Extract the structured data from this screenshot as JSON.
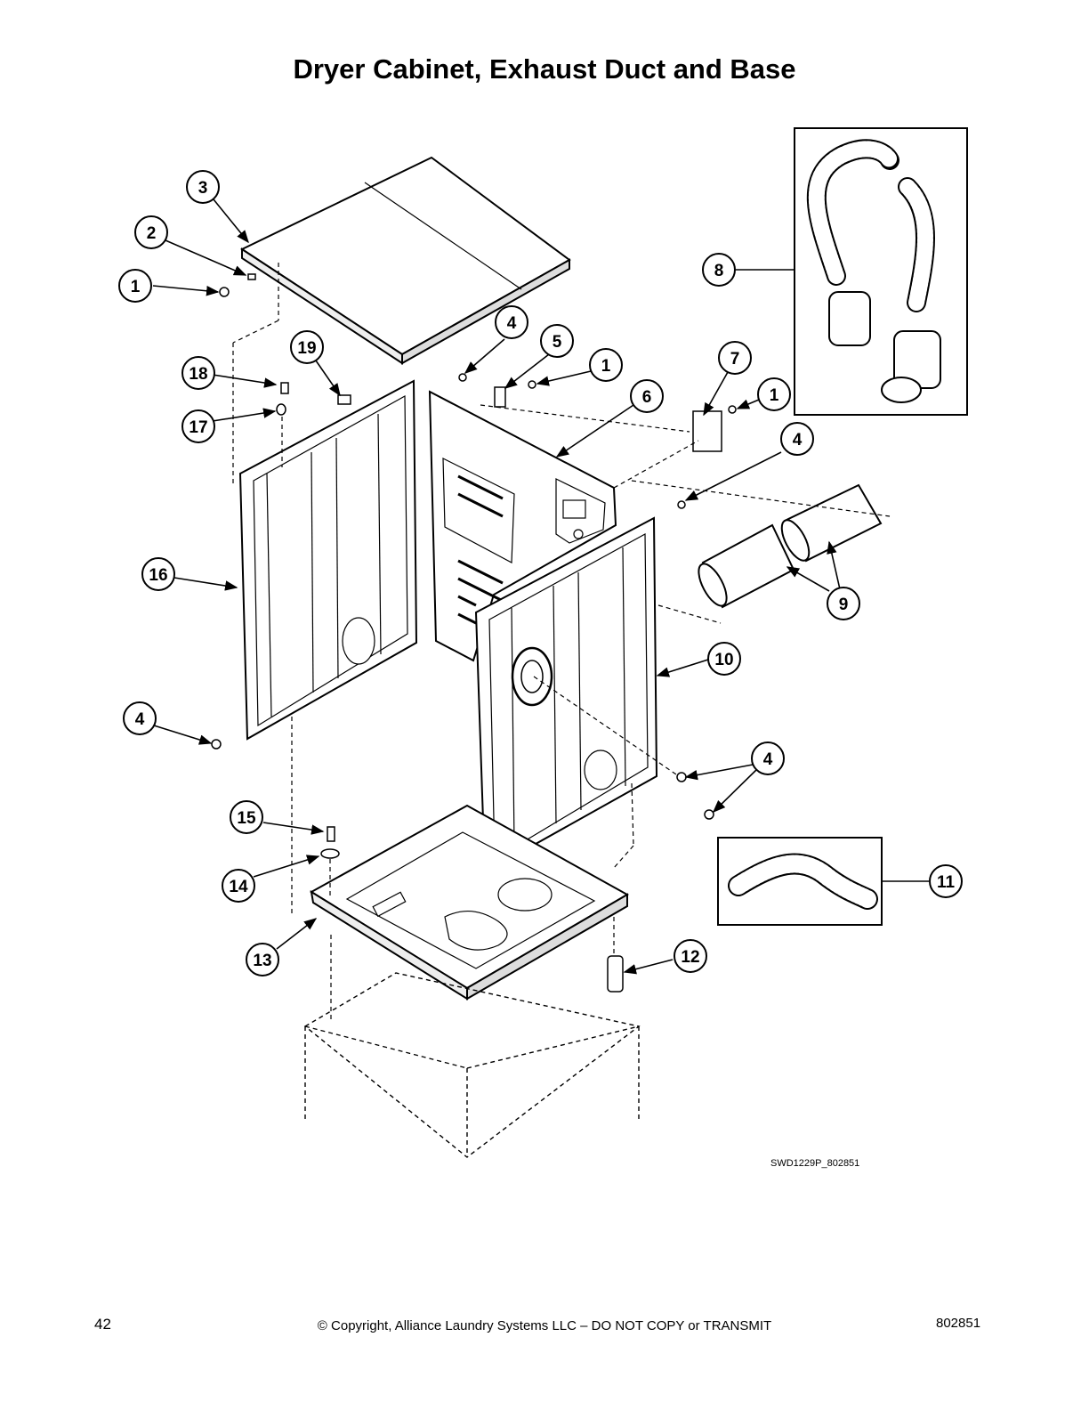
{
  "title": "Dryer Cabinet, Exhaust Duct and Base",
  "drawing_id": "SWD1229P_802851",
  "footer": {
    "page_number": "42",
    "copyright": "© Copyright, Alliance Laundry Systems LLC – DO NOT COPY or TRANSMIT",
    "document_number": "802851"
  },
  "callouts": {
    "c1a": "1",
    "c2": "2",
    "c3": "3",
    "c4a": "4",
    "c5": "5",
    "c1b": "1",
    "c6": "6",
    "c7": "7",
    "c1c": "1",
    "c4b": "4",
    "c8": "8",
    "c9": "9",
    "c10": "10",
    "c4c": "4",
    "c4d": "4",
    "c11": "11",
    "c12": "12",
    "c13": "13",
    "c14": "14",
    "c15": "15",
    "c16": "16",
    "c17": "17",
    "c18": "18",
    "c19": "19"
  }
}
